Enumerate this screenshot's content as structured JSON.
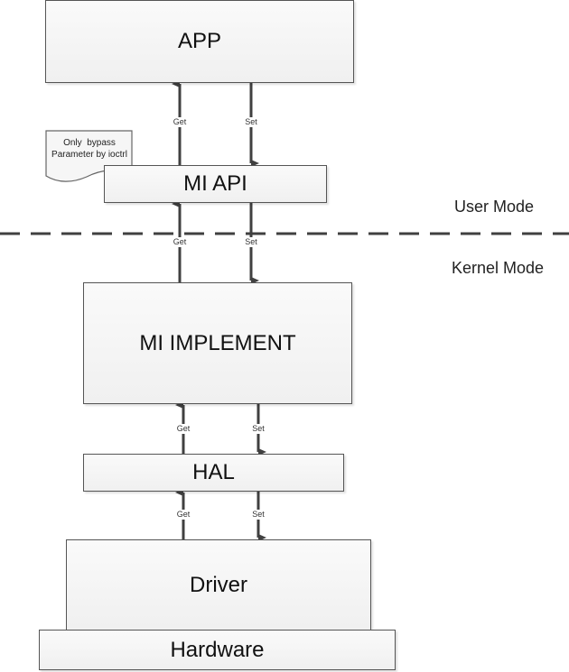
{
  "diagram": {
    "boxes": {
      "app": "APP",
      "mi_api": "MI API",
      "mi_implement": "MI IMPLEMENT",
      "hal": "HAL",
      "driver": "Driver",
      "hardware": "Hardware"
    },
    "arrow_labels": {
      "get": "Get",
      "set": "Set"
    },
    "note": {
      "line1": "Only  bypass",
      "line2": "Parameter by ioctrl"
    },
    "modes": {
      "user": "User Mode",
      "kernel": "Kernel Mode"
    },
    "colors": {
      "line": "#404040",
      "box_border": "#555555",
      "box_fill": "#f4f4f4"
    }
  }
}
